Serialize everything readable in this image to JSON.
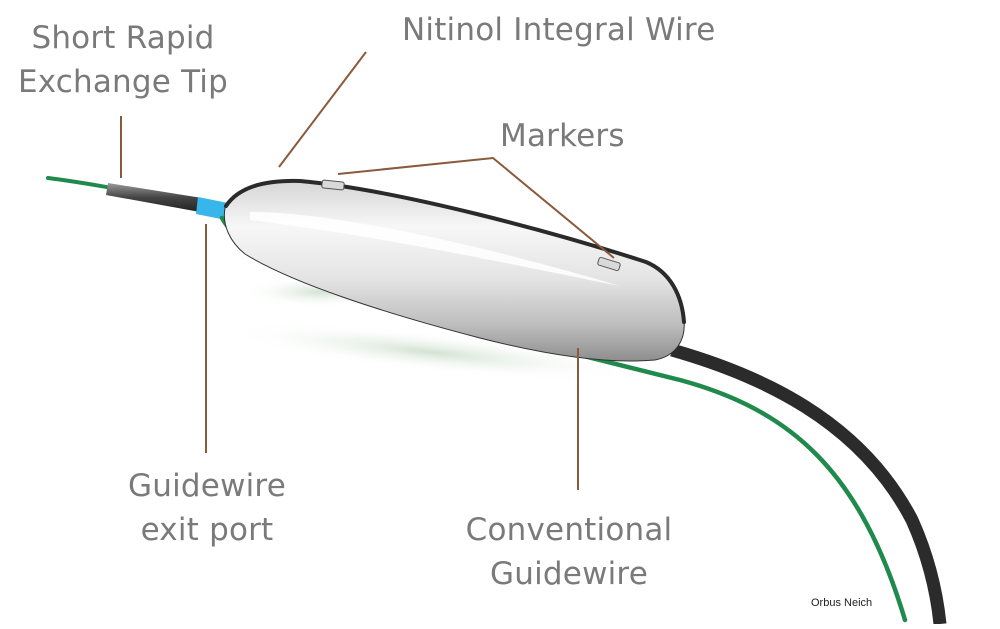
{
  "labels": {
    "rapid_tip_line1": "Short Rapid",
    "rapid_tip_line2": "Exchange Tip",
    "nitinol": "Nitinol Integral Wire",
    "markers": "Markers",
    "exit_port_line1": "Guidewire",
    "exit_port_line2": "exit port",
    "conventional_line1": "Conventional",
    "conventional_line2": "Guidewire"
  },
  "credit": "Orbus Neich",
  "colors": {
    "label_text": "#7a7a7a",
    "leader_line": "#8b5a3c",
    "guidewire": "#1f8a4c",
    "catheter_shaft": "#2b2b2b",
    "exit_port": "#36b6ea",
    "balloon_highlight": "#f4f4f4",
    "balloon_shadow": "#9a9a9a"
  }
}
